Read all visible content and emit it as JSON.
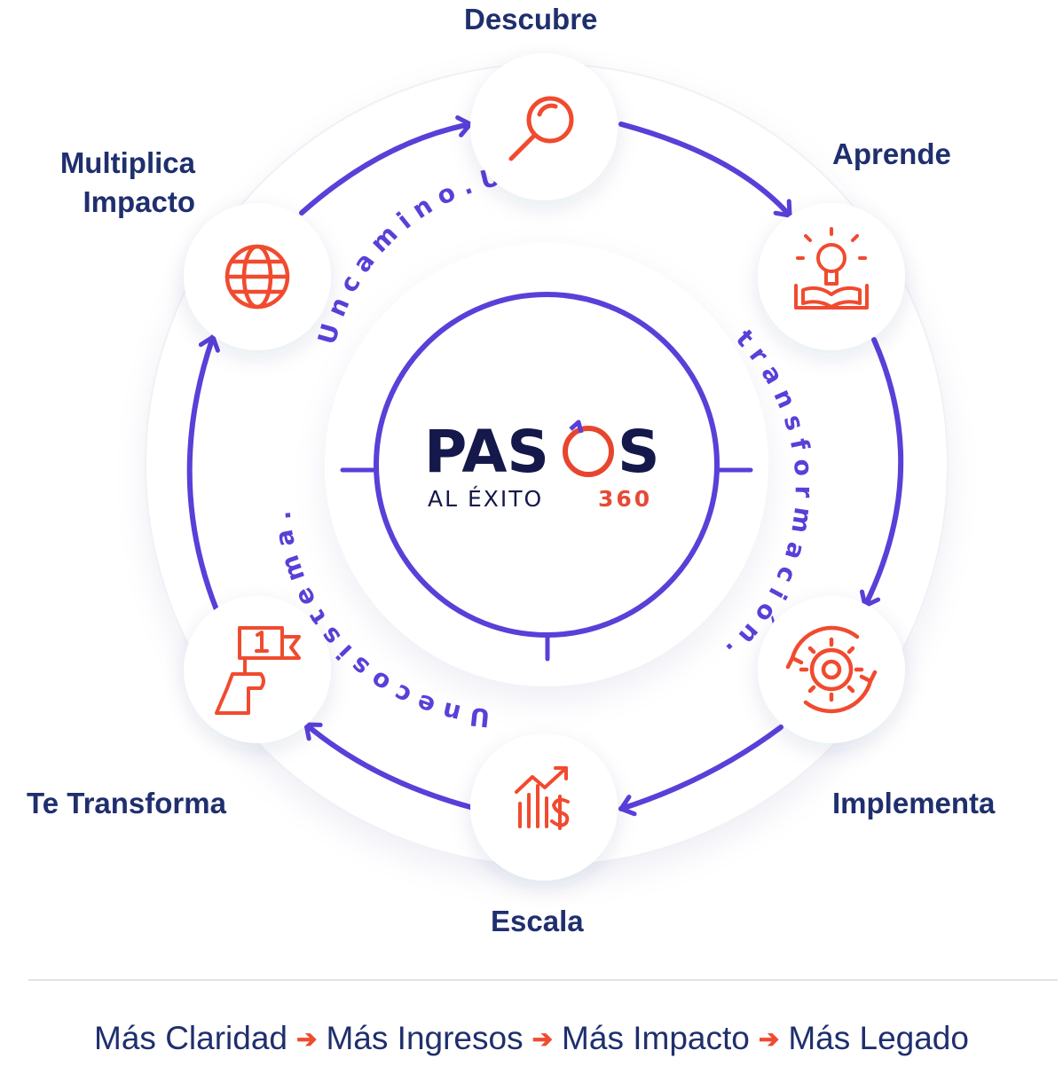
{
  "steps": [
    {
      "label": "Descubre",
      "icon": "magnifier-icon"
    },
    {
      "label": "Aprende",
      "icon": "lightbulb-book-icon"
    },
    {
      "label": "Implementa",
      "icon": "gear-cycle-icon"
    },
    {
      "label": "Escala",
      "icon": "growth-chart-dollar-icon"
    },
    {
      "label": "Te Transforma",
      "icon": "hand-flag-icon"
    },
    {
      "label_line1": "Multiplica",
      "label_line2": "Impacto",
      "icon": "globe-icon"
    }
  ],
  "ring_text": {
    "arc1": "U n   c a m i n o .   U n a",
    "arc2": "t r a n s f o r m a c i ó n .",
    "arc3": "U n   e c o s i s t e m a ."
  },
  "logo": {
    "main_a": "PAS",
    "main_b": "S",
    "sub": "AL ÉXITO",
    "number": "360"
  },
  "footer": {
    "items": [
      "Más Claridad",
      "Más Ingresos",
      "Más Impacto",
      "Más Legado"
    ],
    "arrow": "➔"
  },
  "colors": {
    "accent": "#5a3fd8",
    "icon": "#f04b2f",
    "label": "#1f2f6e",
    "logo": "#15184a"
  }
}
